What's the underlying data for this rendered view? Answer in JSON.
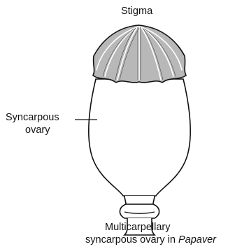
{
  "diagram": {
    "labels": {
      "stigma": "Stigma",
      "ovary_line1": "Syncarpous",
      "ovary_line2": "ovary",
      "caption_line1": "Multicarpellary",
      "caption_line2_prefix": "syncarpous ovary in ",
      "caption_line2_genus": "Papaver"
    },
    "colors": {
      "outline": "#111111",
      "stigma_fill": "#b8b8b8",
      "stigma_ridge": "#ffffff",
      "ovary_fill": "#ffffff"
    }
  }
}
